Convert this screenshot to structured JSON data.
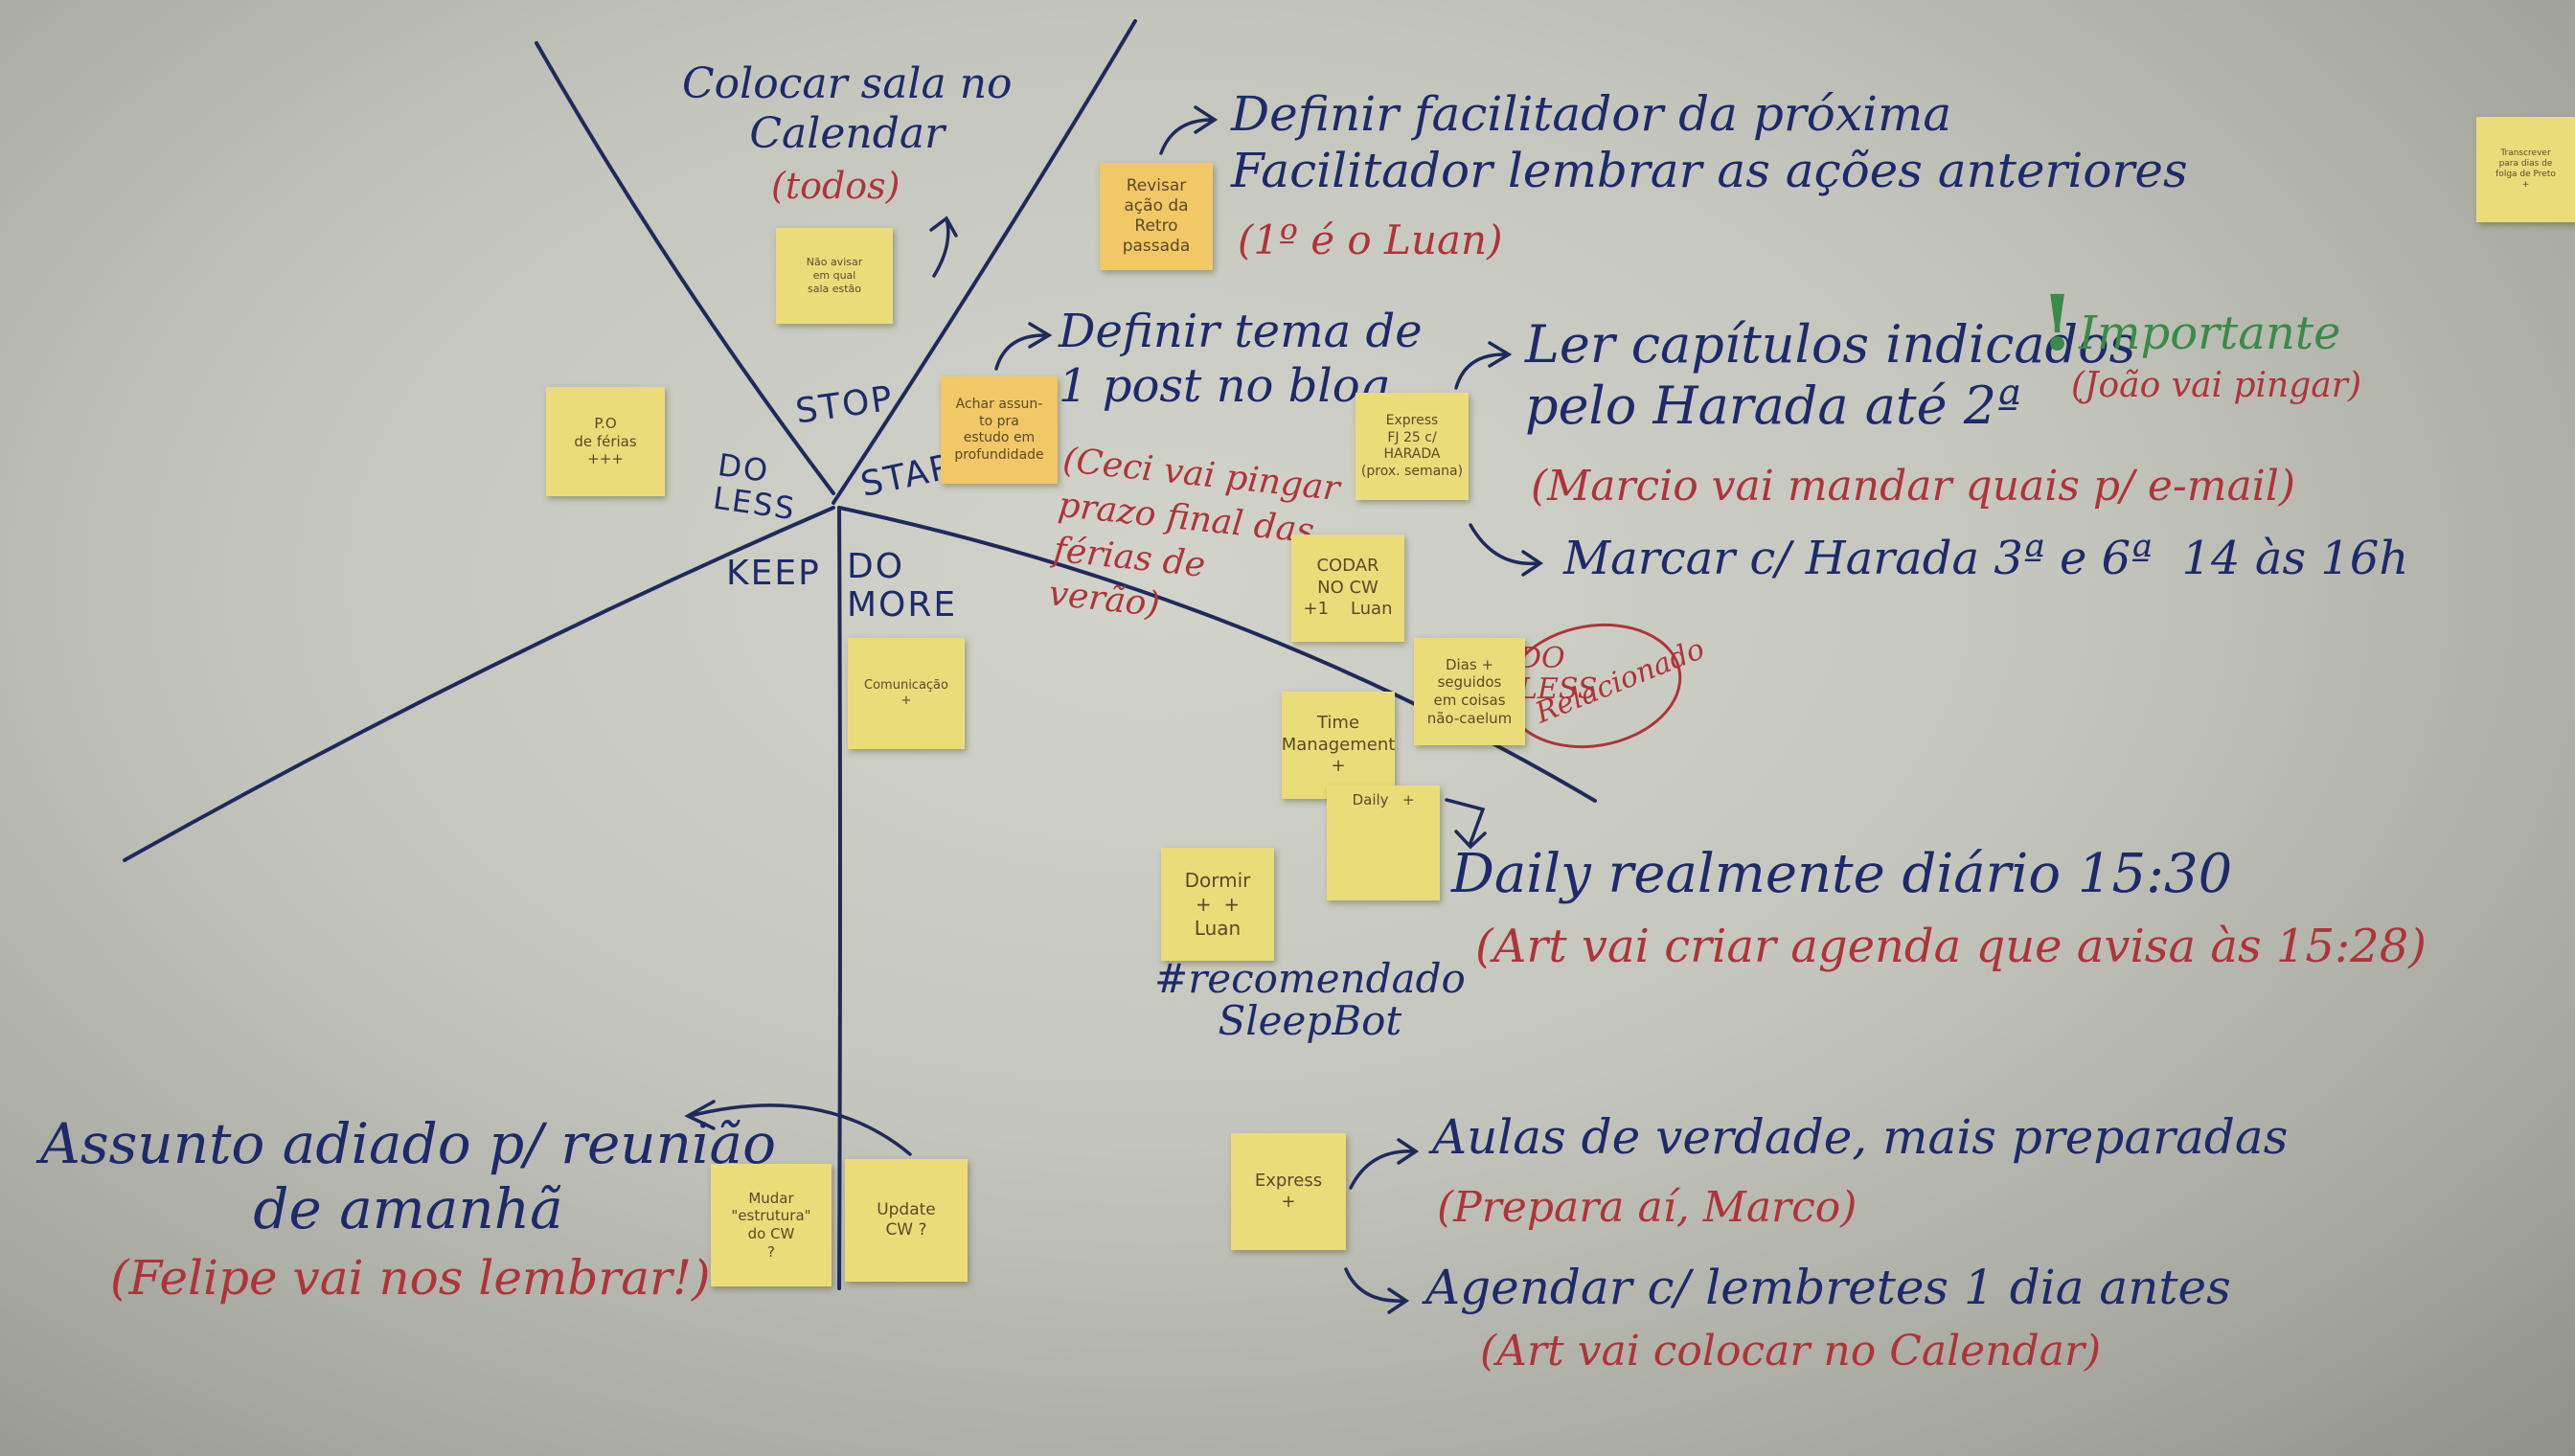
{
  "quadrant_labels": {
    "stop": "STOP",
    "start": "START",
    "do_less": "DO\nLESS",
    "keep": "KEEP",
    "do_more": "DO\nMORE"
  },
  "notes": {
    "room_warning": "Não avisar\nem qual\nsala estão",
    "po_vacation": "P.O\nde férias\n+++",
    "review_last": "Revisar\nação da\nRetro\npassada",
    "research_topic": "Achar assun-\nto pra\nestudo em\nprofundidade",
    "express_harada": "Express\nFJ 25 c/\nHARADA\n(prox. semana)",
    "code_cw": "CODAR\nNO CW\n+1    Luan",
    "communication": "Comunicação\n+",
    "days_other": "Dias +\nseguidos\nem coisas\nnão-caelum",
    "time_mgmt": "Time\nManagement\n+",
    "daily": "Daily   +",
    "sleep": "Dormir\n+  +\nLuan",
    "change_structure": "Mudar\n\"estrutura\"\ndo CW\n?",
    "update_cw": "Update\nCW ?",
    "express": "Express\n+",
    "far_right": "Transcrever\npara dias de\nfolga de Preto\n+"
  },
  "texts": {
    "calendar_1": "Colocar sala no\nCalendar",
    "calendar_2": "(todos)",
    "facilitator": "Definir facilitador da próxima\nFacilitador lembrar as ações anteriores",
    "facilitator_2": "(1º é o Luan)",
    "post_theme": "Definir tema de\n1 post no blog",
    "post_theme_2": "(Ceci vai pingar\nprazo final das\nférias de\nverão)",
    "chapters": "Ler capítulos indicados\npelo Harada até 2ª",
    "chapters_2": "(Marcio vai mandar quais p/ e-mail)",
    "important_mark": "!",
    "important": "Importante",
    "important_2": "(João vai pingar)",
    "schedule_harada": "Marcar c/ Harada 3ª e 6ª  14 às 16h",
    "do_less_tag": "DO\nLESS",
    "related": "Relacionado",
    "daily_1": "Daily realmente diário 15:30",
    "daily_2": "(Art vai criar agenda que avisa às 15:28)",
    "sleepbot": "#recomendado\nSleepBot",
    "postponed_1": "Assunto adiado p/ reunião\nde amanhã",
    "postponed_2": "(Felipe vai nos lembrar!)",
    "classes_1": "Aulas de verdade, mais preparadas",
    "classes_2": "(Prepara aí, Marco)",
    "reminders_1": "Agendar c/ lembretes 1 dia antes",
    "reminders_2": "(Art vai colocar no Calendar)"
  },
  "colors": {
    "marker_blue": "#1d2a6b",
    "marker_red": "#b0333a",
    "marker_green": "#3a8a4a",
    "sticky_yellow": "#ebdc7a",
    "sticky_orange": "#f2c766"
  }
}
